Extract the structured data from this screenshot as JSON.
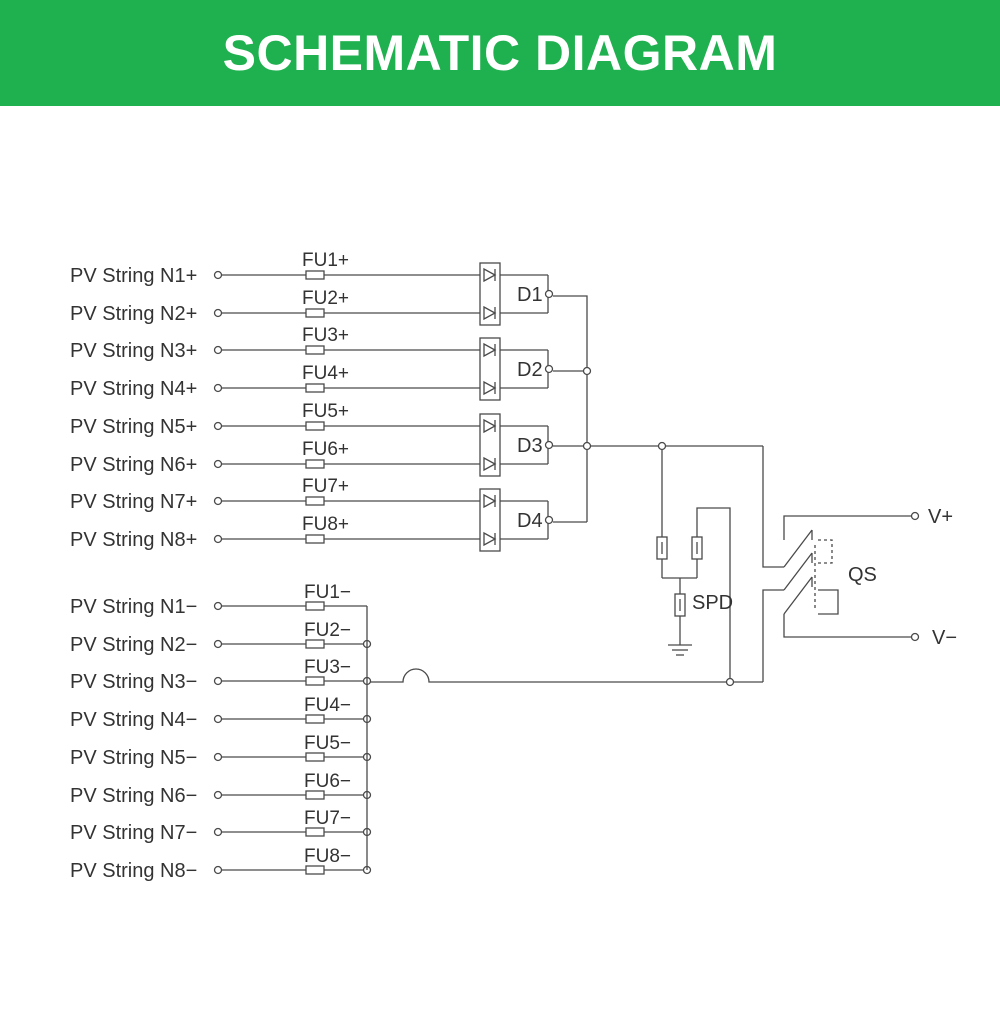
{
  "header": {
    "title": "SCHEMATIC DIAGRAM",
    "background_color": "#1fb14f"
  },
  "pos_inputs": [
    {
      "label": "PV String N1+",
      "fuse": "FU1+"
    },
    {
      "label": "PV String N2+",
      "fuse": "FU2+"
    },
    {
      "label": "PV String N3+",
      "fuse": "FU3+"
    },
    {
      "label": "PV String N4+",
      "fuse": "FU4+"
    },
    {
      "label": "PV String N5+",
      "fuse": "FU5+"
    },
    {
      "label": "PV String N6+",
      "fuse": "FU6+"
    },
    {
      "label": "PV String N7+",
      "fuse": "FU7+"
    },
    {
      "label": "PV String N8+",
      "fuse": "FU8+"
    }
  ],
  "neg_inputs": [
    {
      "label": "PV String N1−",
      "fuse": "FU1−"
    },
    {
      "label": "PV String N2−",
      "fuse": "FU2−"
    },
    {
      "label": "PV String N3−",
      "fuse": "FU3−"
    },
    {
      "label": "PV String N4−",
      "fuse": "FU4−"
    },
    {
      "label": "PV String N5−",
      "fuse": "FU5−"
    },
    {
      "label": "PV String N6−",
      "fuse": "FU6−"
    },
    {
      "label": "PV String N7−",
      "fuse": "FU7−"
    },
    {
      "label": "PV String N8−",
      "fuse": "FU8−"
    }
  ],
  "diodes": [
    "D1",
    "D2",
    "D3",
    "D4"
  ],
  "spd_label": "SPD",
  "switch_label": "QS",
  "outputs": {
    "positive": "V+",
    "negative": "V−"
  }
}
